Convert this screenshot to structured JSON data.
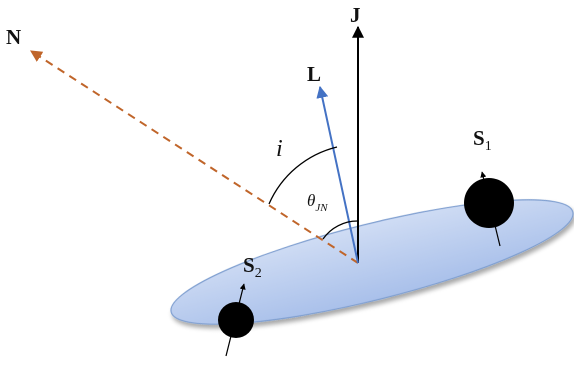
{
  "labels": {
    "n": "N",
    "j": "J",
    "l": "L",
    "i": "i",
    "theta": "θ",
    "theta_sub": "JN",
    "s1": "S",
    "s1_sub": "1",
    "s2": "S",
    "s2_sub": "2"
  },
  "colors": {
    "n_vector": "#c0652a",
    "l_vector": "#4472c4",
    "j_vector": "#000000",
    "disk_fill": "#b9cdee",
    "disk_stroke": "#7f9fd0",
    "body": "#000000"
  }
}
